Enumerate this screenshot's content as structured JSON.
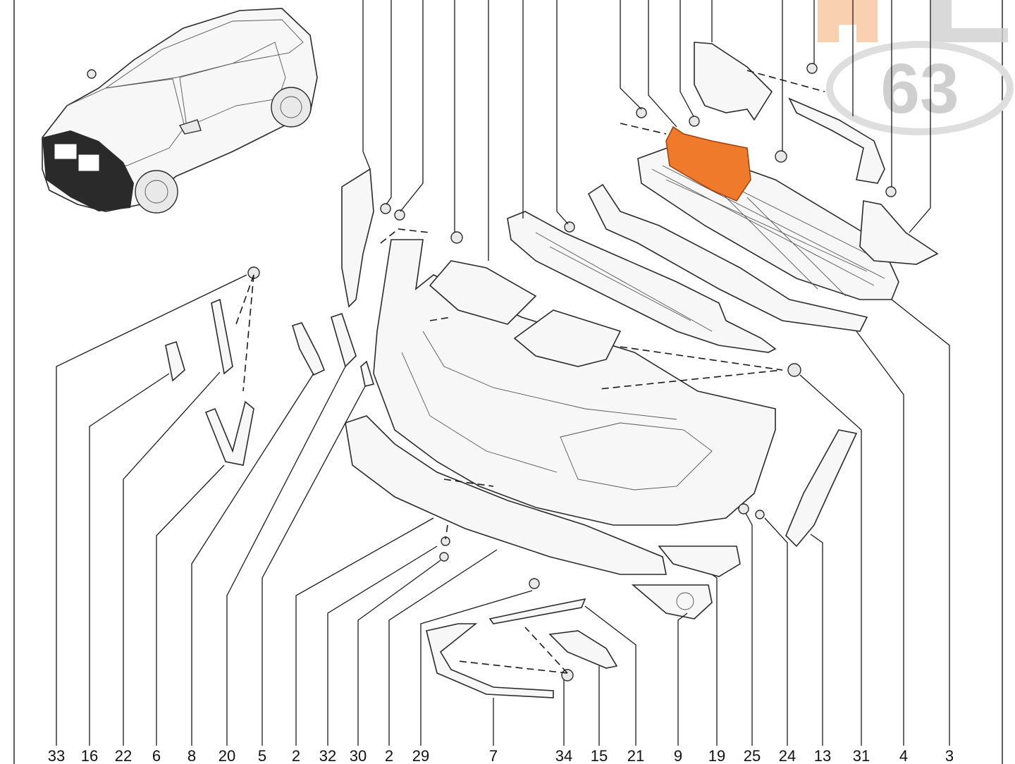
{
  "watermark": {
    "text": "63",
    "accent": "#f5b07a",
    "ring": "#d9d9d9"
  },
  "highlight_color": "#f07a2c",
  "callouts": [
    {
      "label": "33"
    },
    {
      "label": "16"
    },
    {
      "label": "22"
    },
    {
      "label": "6"
    },
    {
      "label": "8"
    },
    {
      "label": "20"
    },
    {
      "label": "5"
    },
    {
      "label": "2"
    },
    {
      "label": "32"
    },
    {
      "label": "30"
    },
    {
      "label": "2"
    },
    {
      "label": "29"
    },
    {
      "label": "7"
    },
    {
      "label": "34"
    },
    {
      "label": "15"
    },
    {
      "label": "21"
    },
    {
      "label": "9"
    },
    {
      "label": "19"
    },
    {
      "label": "25"
    },
    {
      "label": "24"
    },
    {
      "label": "13"
    },
    {
      "label": "31"
    },
    {
      "label": "4"
    },
    {
      "label": "3"
    }
  ]
}
